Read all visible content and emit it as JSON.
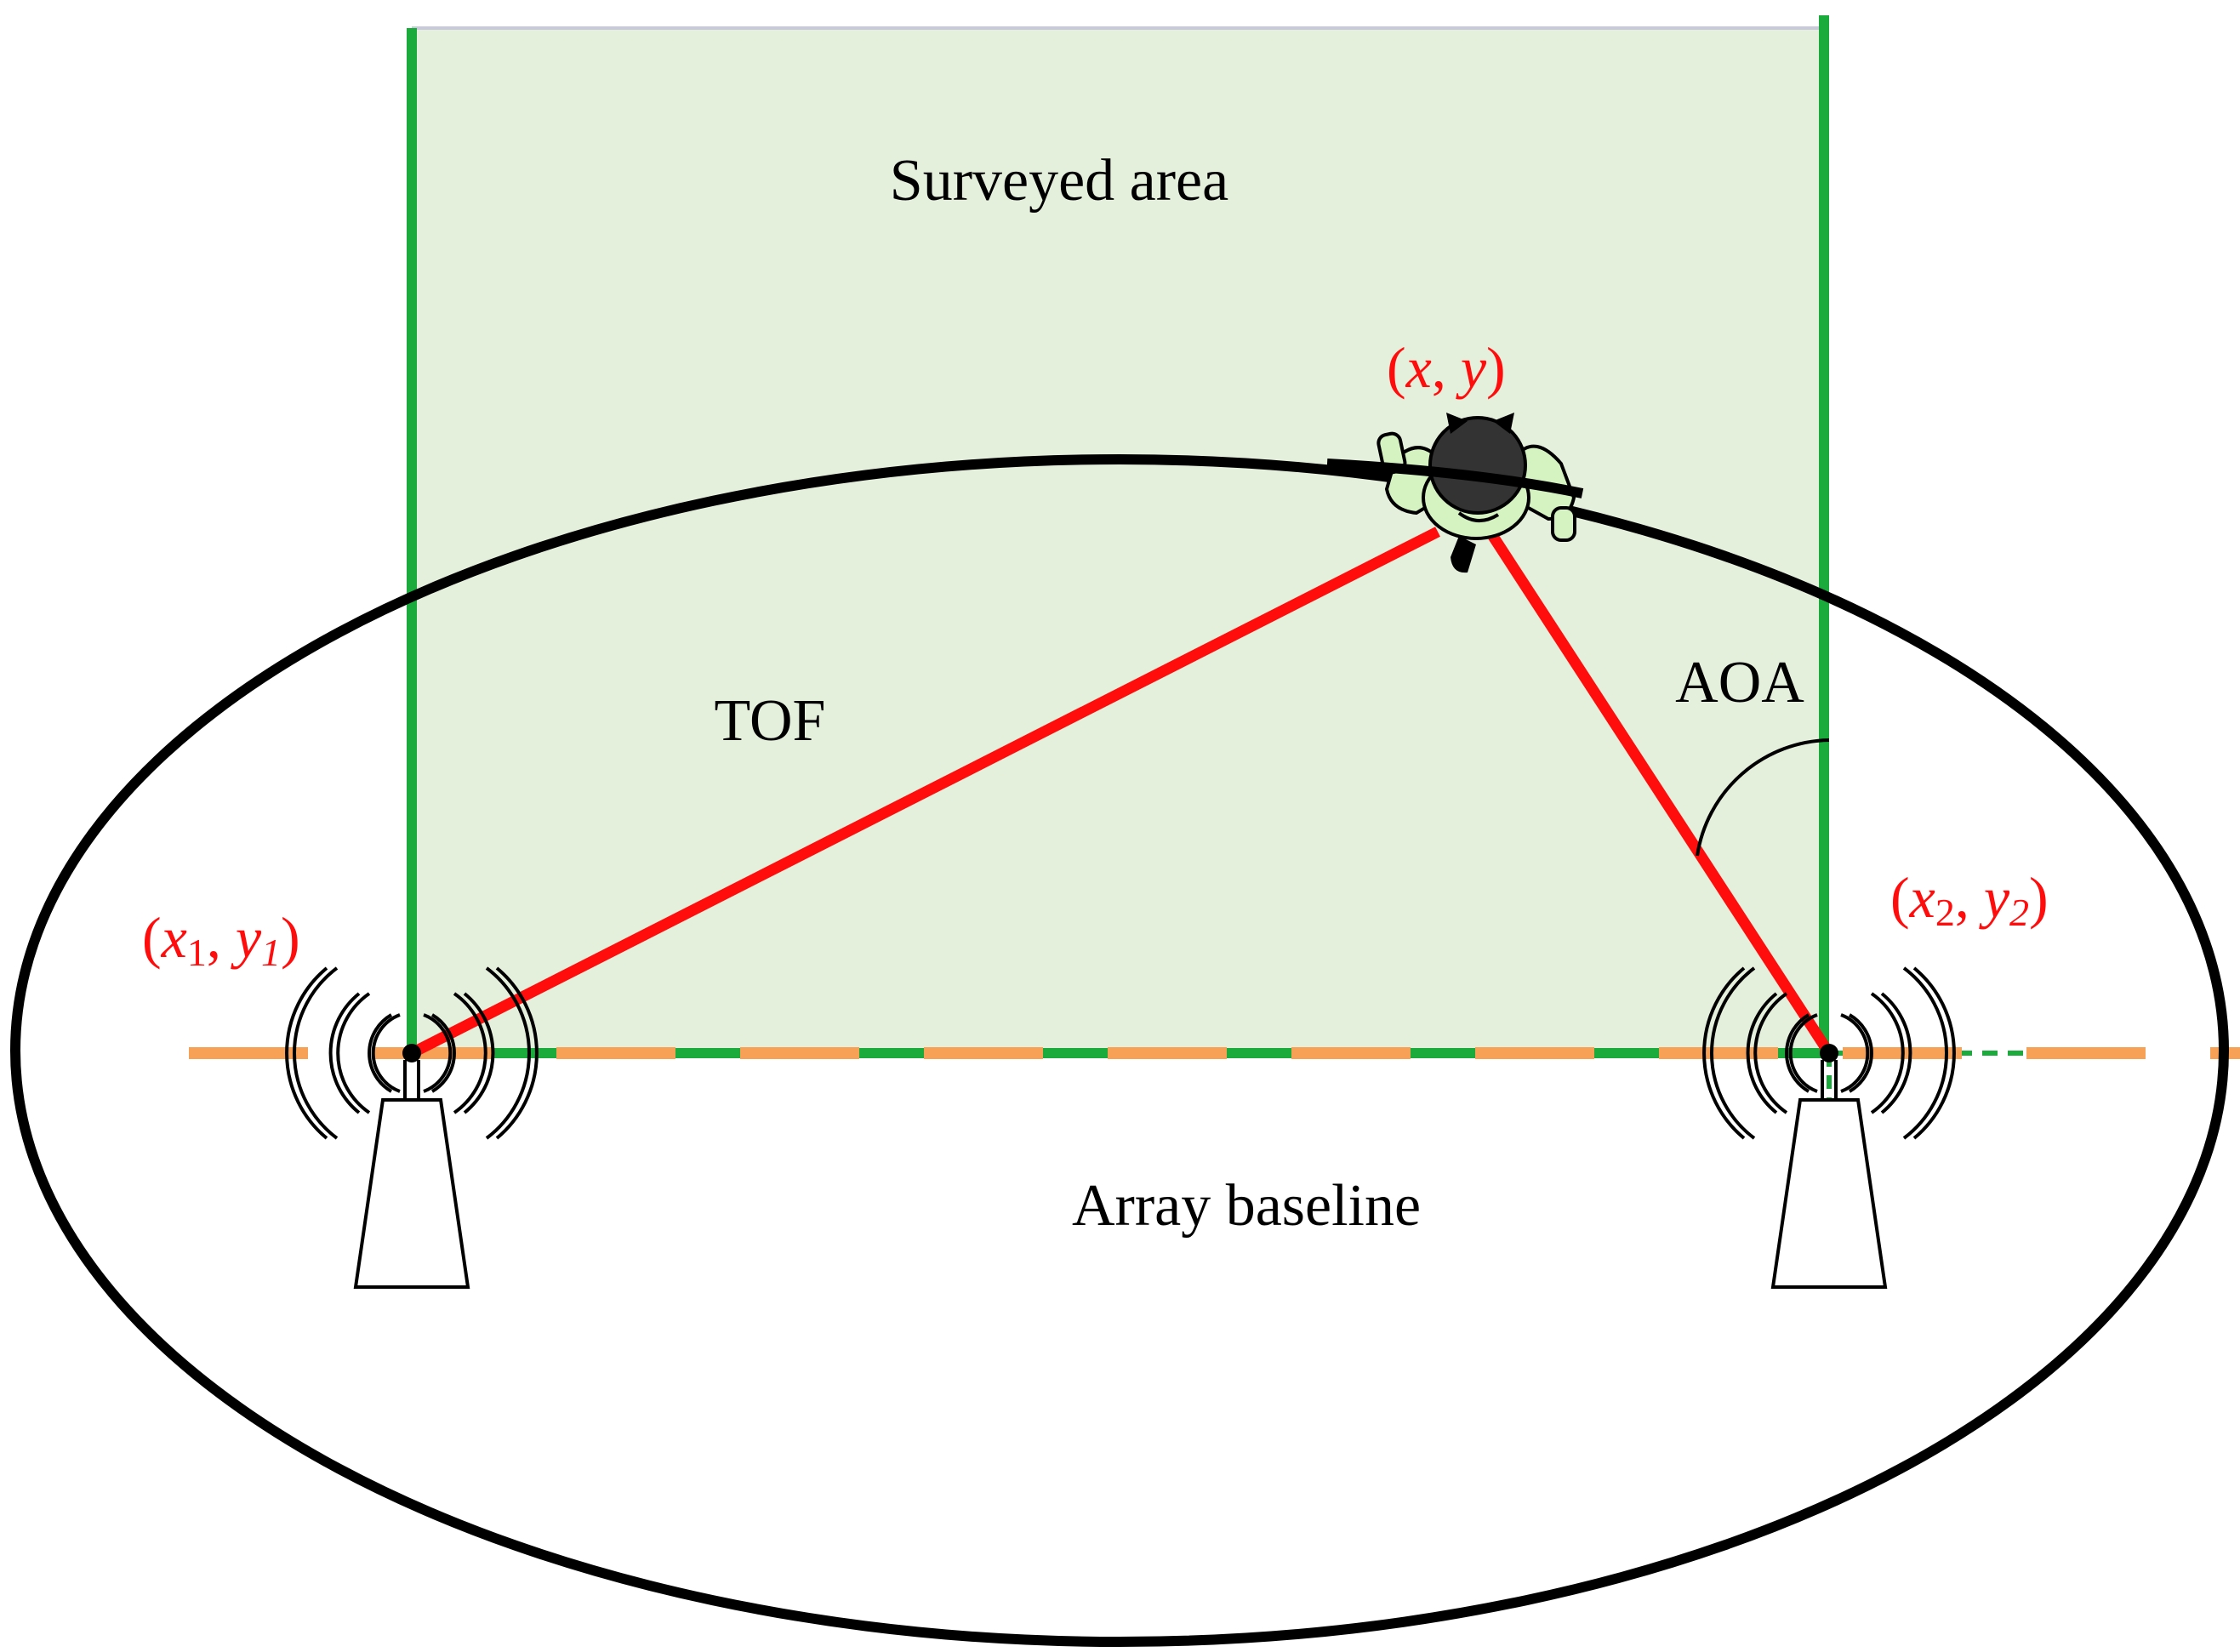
{
  "labels": {
    "surveyed_area": "Surveyed area",
    "tof": "TOF",
    "aoa": "AOA",
    "array_baseline": "Array baseline"
  },
  "coordinates": {
    "target": {
      "open": "(",
      "x": "x",
      "sep": ", ",
      "y": "y",
      "close": ")"
    },
    "node1": {
      "open": "(",
      "x": "x",
      "x_sub": "1",
      "sep": ", ",
      "y": "y",
      "y_sub": "1",
      "close": ")"
    },
    "node2": {
      "open": "(",
      "x": "x",
      "x_sub": "2",
      "sep": ", ",
      "y": "y",
      "y_sub": "2",
      "close": ")"
    }
  },
  "colors": {
    "area_fill": "#e5f0dc",
    "area_border": "#1aab3c",
    "ellipse": "#000000",
    "range_lines": "#ff0d0d",
    "baseline_dash": "#f7a156",
    "coordinate_text": "#ff0d0d",
    "person_shirt": "#d5f3c0",
    "person_head": "#333333"
  },
  "icons": {
    "antenna_left": "radio-tower-icon",
    "antenna_right": "radio-tower-icon",
    "person": "person-top-view-icon"
  }
}
